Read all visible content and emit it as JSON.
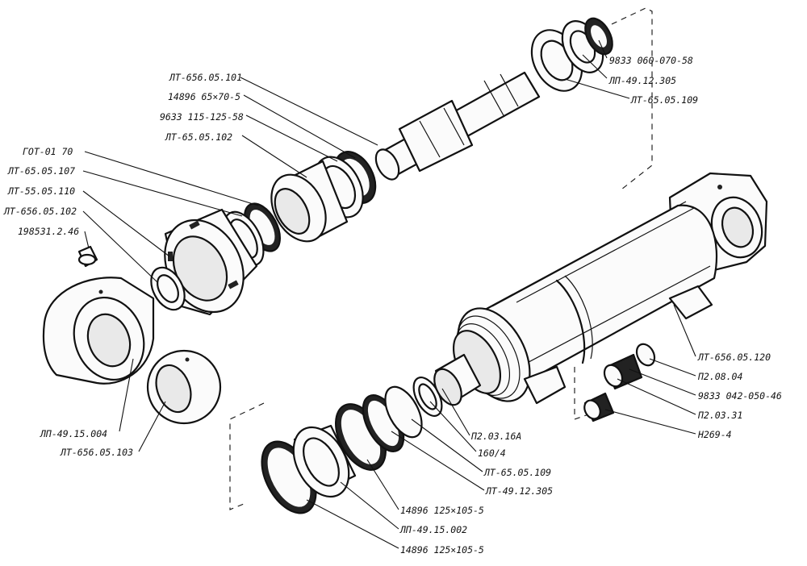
{
  "labels": [
    "ЛТ-656.05.101",
    "14896 65×70-5",
    "9633 115-125-58",
    "ЛТ-65.05.102",
    "ГОТ-01 70",
    "ЛТ-65.05.107",
    "ЛТ-55.05.110",
    "ЛТ-656.05.102",
    "198531.2.46",
    "9833 060-070-58",
    "ЛП-49.12.305",
    "ЛТ-65.05.109",
    "ЛТ-656.05.120",
    "П2.08.04",
    "9833 042-050-46",
    "П2.03.31",
    "Н269-4",
    "П2.03.16А",
    "160/4",
    "ЛТ-65.05.109",
    "ЛТ-49.12.305",
    "14896 125×105-5",
    "ЛП-49.15.002",
    "14896 125×105-5",
    "ЛП-49.15.004",
    "ЛТ-656.05.103"
  ]
}
